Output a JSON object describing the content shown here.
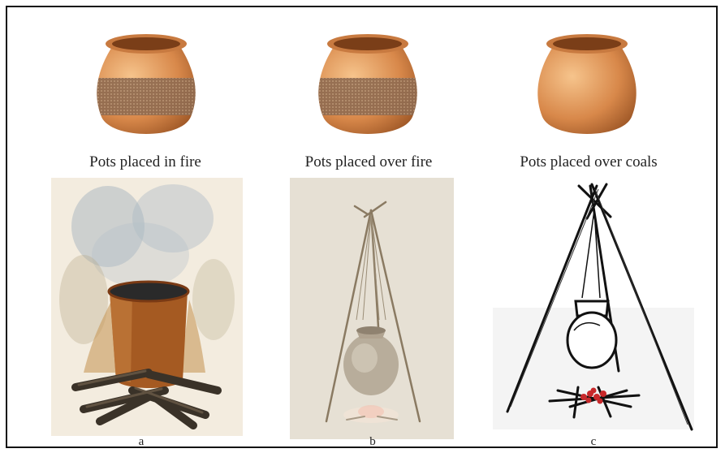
{
  "figure": {
    "columns": [
      {
        "caption": "Pots placed in fire",
        "letter": "a",
        "pot_band": true
      },
      {
        "caption": "Pots placed over fire",
        "letter": "b",
        "pot_band": true
      },
      {
        "caption": "Pots placed over coals",
        "letter": "c",
        "pot_band": false
      }
    ],
    "colors": {
      "pot_light": "#f0b074",
      "pot_mid": "#d8884a",
      "pot_dark": "#9a5424",
      "band": "#8e6a50",
      "panel_b_bg": "#e6e0d4",
      "ember": "#c8282a"
    }
  }
}
